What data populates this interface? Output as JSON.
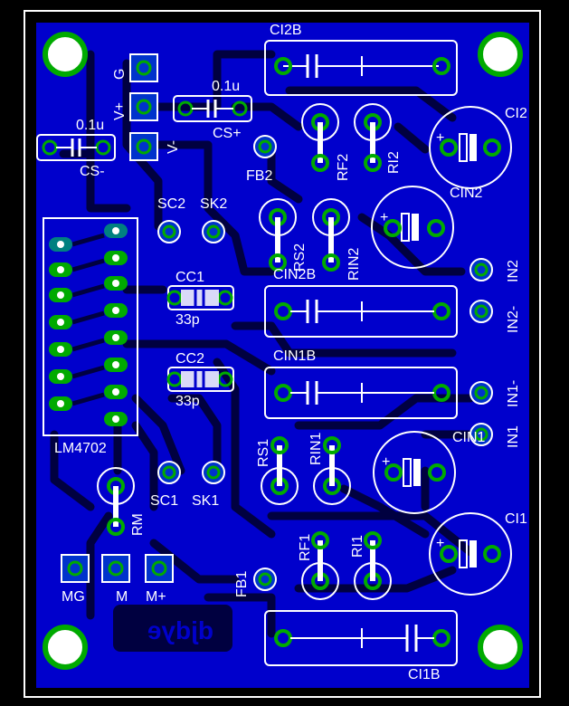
{
  "board": {
    "colors": {
      "background": "#000000",
      "outline": "#ffffff",
      "copper": "#0000cc",
      "trace": "#000040",
      "silk": "#ffffff",
      "pad_green": "#00aa00",
      "pad_teal": "#008080",
      "pad_blue": "#0033cc",
      "mirrored_text": "#000066"
    },
    "labels": {
      "ci2b": "CI2B",
      "ci2": "CI2",
      "cin2": "CIN2",
      "rf2": "RF2",
      "ri2": "RI2",
      "fb2": "FB2",
      "cs_plus_val": "0.1u",
      "cs_plus": "CS+",
      "cs_minus_val": "0.1u",
      "cs_minus": "CS-",
      "g": "G",
      "v_plus": "V+",
      "v_minus": "V-",
      "sc2": "SC2",
      "sk2": "SK2",
      "rs2": "RS2",
      "rin2": "RIN2",
      "cin2b": "CIN2B",
      "in2": "IN2",
      "in2_minus": "IN2-",
      "cc1": "CC1",
      "cc1_val": "33p",
      "cc2": "CC2",
      "cc2_val": "33p",
      "cin1b": "CIN1B",
      "in1_minus": "IN1-",
      "in1": "IN1",
      "cin1": "CIN1",
      "lm4702": "LM4702",
      "rs1": "RS1",
      "rin1": "RIN1",
      "sc1": "SC1",
      "sk1": "SK1",
      "rm": "RM",
      "rf1": "RF1",
      "ri1": "RI1",
      "ci1": "CI1",
      "fb1": "FB1",
      "mg": "MG",
      "m": "M",
      "m_plus": "M+",
      "ci1b": "CI1B",
      "mirrored_logo": "djdye"
    }
  }
}
